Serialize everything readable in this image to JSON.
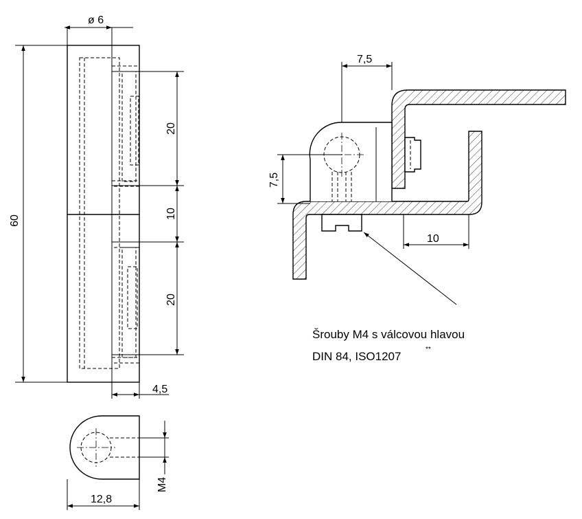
{
  "dimensions": {
    "pin_diameter": "ø 6",
    "total_length": "60",
    "segment_upper": "20",
    "segment_middle": "10",
    "segment_lower": "20",
    "offset_bottom": "4,5",
    "bracket_width": "7,5",
    "bracket_height": "7,5",
    "leg_distance": "10",
    "screw_thread": "M4",
    "knuckle_width": "12,8"
  },
  "note": {
    "line1": "Šrouby M4  s válcovou hlavou",
    "line2": "DIN 84, ISO1207",
    "line2_sup": "**"
  }
}
